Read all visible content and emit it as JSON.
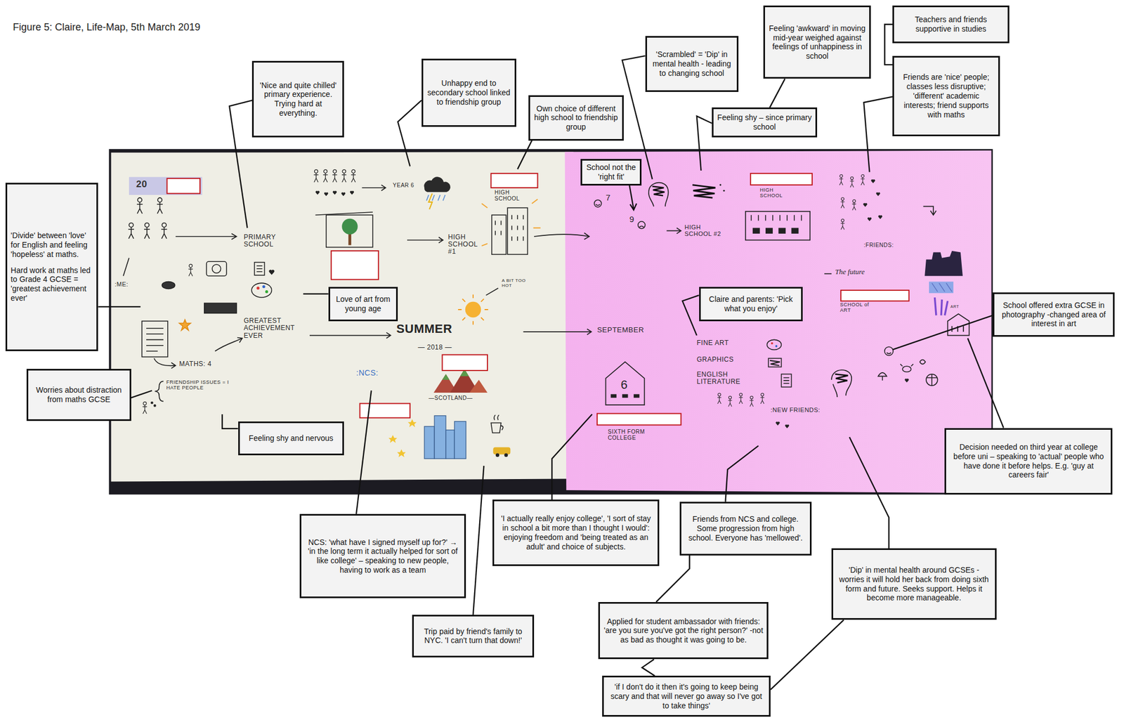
{
  "diagram": {
    "title": "Figure 5: Claire, Life-Map, 5th March 2019",
    "nodes": [
      {
        "text": [
          "'Divide' between 'love' for English and feeling 'hopeless' at maths.",
          "Hard work at maths led to Grade 4 GCSE = 'greatest achievement ever'"
        ]
      },
      {
        "text": [
          "'Nice and quite chilled' primary experience. Trying hard at everything."
        ]
      },
      {
        "text": [
          "Unhappy end to secondary school linked to friendship group"
        ]
      },
      {
        "text": [
          "Own choice of different high school to friendship group"
        ]
      },
      {
        "text": [
          "School not the 'right fit'"
        ]
      },
      {
        "text": [
          "'Scrambled' = 'Dip' in mental health - leading to changing school"
        ]
      },
      {
        "text": [
          "Feeling 'awkward' in moving mid-year weighed against feelings of unhappiness in school"
        ]
      },
      {
        "text": [
          "Teachers and friends supportive in studies"
        ]
      },
      {
        "text": [
          "Friends are 'nice' people; classes less disruptive; 'different' academic interests; friend supports with maths"
        ]
      },
      {
        "text": [
          "Feeling shy – since primary school"
        ]
      },
      {
        "text": [
          "Love of art from young age"
        ]
      },
      {
        "text": [
          "Claire and parents: 'Pick what you enjoy'"
        ]
      },
      {
        "text": [
          "School offered extra GCSE in photography -changed area of interest in art"
        ]
      },
      {
        "text": [
          "Worries about distraction from maths GCSE"
        ]
      },
      {
        "text": [
          "Feeling shy and nervous"
        ]
      },
      {
        "text": [
          "Decision needed on third year at college before uni – speaking to 'actual' people who have done it before helps. E.g. 'guy at careers fair'"
        ]
      },
      {
        "text": [
          "NCS: 'what have I signed myself up for?' → 'in the long term it actually helped for sort of like college' – speaking to new people, having to work as a team"
        ]
      },
      {
        "text": [
          "Trip paid by friend's family to NYC. 'I can't turn that down!'"
        ]
      },
      {
        "text": [
          "'I actually really enjoy college', 'I sort of stay in school a bit more than I thought I would': enjoying freedom and 'being treated as an adult' and choice of subjects."
        ]
      },
      {
        "text": [
          "Friends from NCS and college. Some progression from high school. Everyone has 'mellowed'."
        ]
      },
      {
        "text": [
          "'Dip' in mental health around GCSEs - worries it will hold her back from doing sixth form and future. Seeks support. Helps it become more manageable."
        ]
      },
      {
        "text": [
          "Applied for student ambassador with friends: 'are you sure you've got the right person?' -not as bad as thought it was going to be."
        ]
      },
      {
        "text": [
          "'if I don't do it then it's going to keep being scary and that will never go away so I've got to take things'"
        ]
      }
    ],
    "edges": [
      {
        "from": 6,
        "to": 9,
        "arrow": "none"
      },
      {
        "from": 7,
        "to": 8,
        "arrow": "none"
      },
      {
        "from": 19,
        "to": 21,
        "arrow": "none"
      },
      {
        "from": 22,
        "to": 21,
        "arrow": "none"
      },
      {
        "from": 22,
        "to": 20,
        "arrow": "none"
      }
    ],
    "labels": [
      "20",
      "PRIMARY SCHOOL",
      ":ME:",
      "YEAR 6",
      "HIGH SCHOOL",
      "HIGH SCHOOL #1",
      "GREATEST ACHIEVEMENT EVER",
      "MATHS: 4",
      "FRIENDSHIP ISSUES = I HATE PEOPLE",
      "A BIT TOO HOT",
      "SUMMER",
      "— 2018 —",
      ":NCS:",
      "—SCOTLAND—",
      "SEPTEMBER",
      "6",
      "SIXTH FORM COLLEGE",
      "HIGH SCHOOL",
      "HIGH SCHOOL #2",
      ":FRIENDS:",
      "FINE ART",
      "GRAPHICS",
      "ENGLISH LITERATURE",
      ":NEW FRIENDS:",
      "The future",
      "SCHOOL of ART",
      "ART",
      "7",
      "9"
    ]
  }
}
